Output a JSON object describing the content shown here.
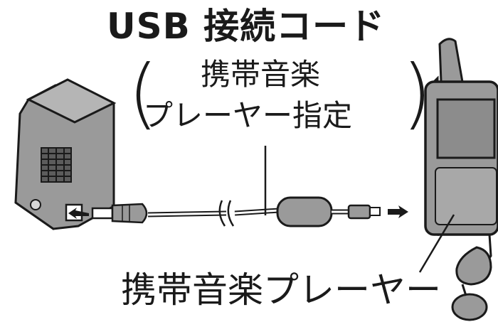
{
  "labels": {
    "cord_title": "USB 接続コード",
    "cord_note_line1": "携帯音楽",
    "cord_note_line2": "プレーヤー指定",
    "player_label": "携帯音楽プレーヤー",
    "paren_open": "(",
    "paren_close": ")"
  },
  "colors": {
    "line": "#1a1a1a",
    "device_fill": "#9a9a9a",
    "device_side": "#6f6f6f",
    "screen_fill": "#8c8c8c",
    "background": "#ffffff"
  }
}
